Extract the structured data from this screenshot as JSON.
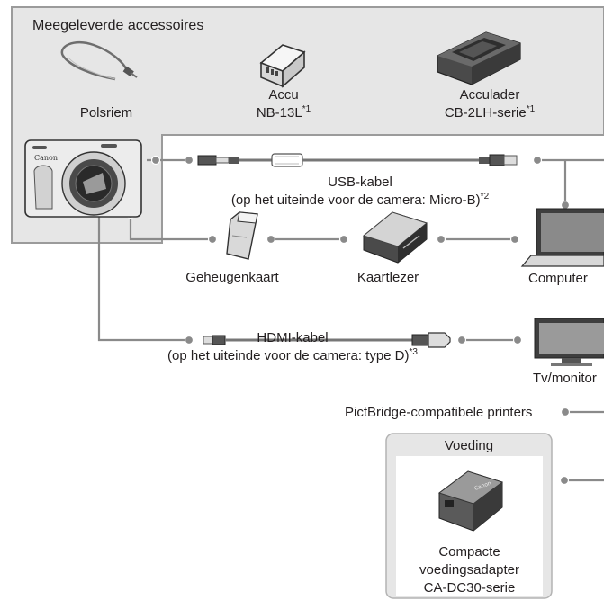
{
  "accessories_box": {
    "title": "Meegeleverde accessoires",
    "items": [
      {
        "name": "Polsriem"
      },
      {
        "name": "Accu",
        "model": "NB-13L",
        "note": "*1"
      },
      {
        "name": "Acculader",
        "model": "CB-2LH-serie",
        "note": "*1"
      }
    ]
  },
  "cables": {
    "usb": {
      "name": "USB-kabel",
      "detail": "(op het uiteinde voor de camera: Micro-B)",
      "note": "*2"
    },
    "hdmi": {
      "name": "HDMI-kabel",
      "detail": "(op het uiteinde voor de camera: type D)",
      "note": "*3"
    }
  },
  "devices": {
    "memory_card": "Geheugenkaart",
    "card_reader": "Kaartlezer",
    "computer": "Computer",
    "tv": "Tv/monitor",
    "printers": "PictBridge-compatibele printers"
  },
  "power_box": {
    "title": "Voeding",
    "adapter_line1": "Compacte",
    "adapter_line2": "voedingsadapter",
    "adapter_line3": "CA-DC30-serie"
  },
  "logo_text": "Canon",
  "colors": {
    "box_bg": "#e6e6e6",
    "box_border": "#9b9b9b",
    "line": "#8a8a8a",
    "text": "#231f20"
  }
}
